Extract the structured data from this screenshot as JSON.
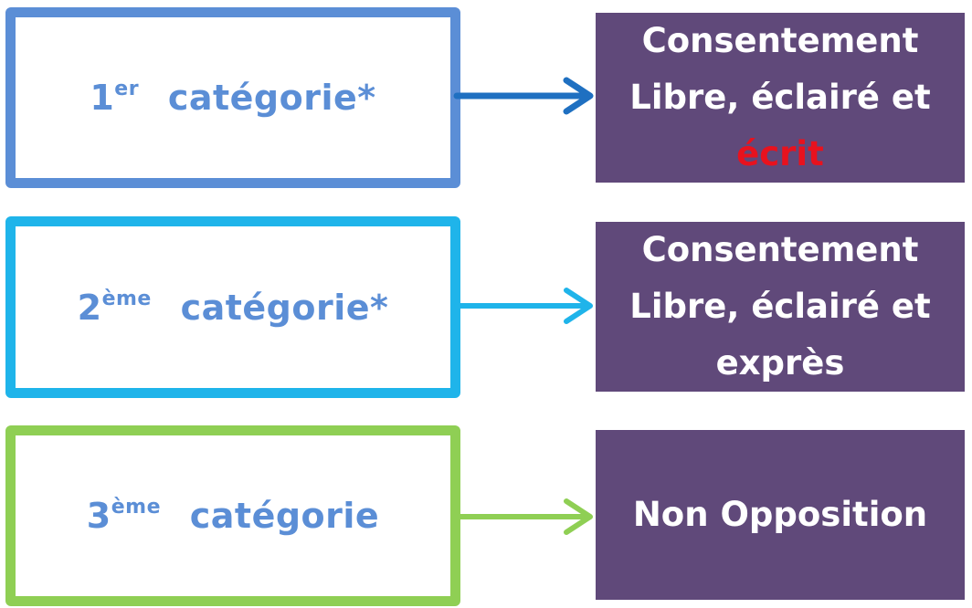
{
  "colors": {
    "cat1_border": "#5b8ed6",
    "cat2_border": "#1fb4ea",
    "cat3_border": "#8fcf54",
    "label_text": "#5b8ed6",
    "result_bg": "#60497a",
    "result_text": "#ffffff",
    "highlight": "#e8121e"
  },
  "rows": [
    {
      "category": {
        "number": "1",
        "suffix": "er",
        "word": "catégorie*"
      },
      "result": {
        "line1": "Consentement",
        "line2": "Libre, éclairé et",
        "line3": "écrit"
      }
    },
    {
      "category": {
        "number": "2",
        "suffix": "ème",
        "word": "catégorie*"
      },
      "result": {
        "line1": "Consentement",
        "line2": "Libre, éclairé et",
        "line3": "exprès"
      }
    },
    {
      "category": {
        "number": "3",
        "suffix": "ème",
        "word": "catégorie"
      },
      "result": {
        "line1": "Non Opposition"
      }
    }
  ]
}
